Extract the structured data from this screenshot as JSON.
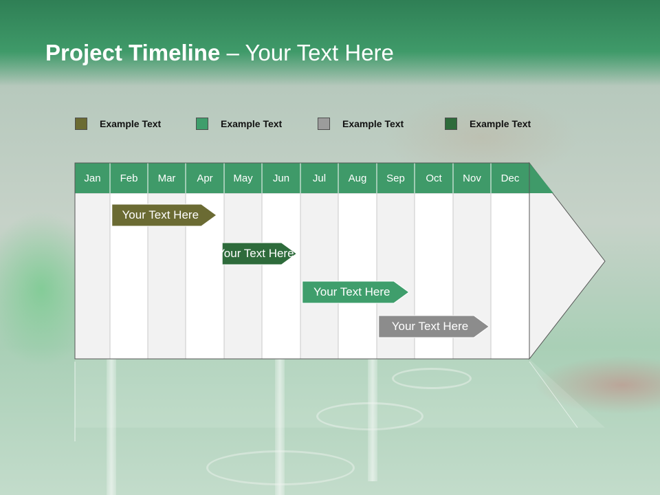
{
  "slide": {
    "title_bold": "Project Timeline",
    "title_rest": " – Your Text Here"
  },
  "legend": [
    {
      "label": "Example Text",
      "color": "#6b6b33"
    },
    {
      "label": "Example Text",
      "color": "#3f9e6c"
    },
    {
      "label": "Example Text",
      "color": "#9c9c9c"
    },
    {
      "label": "Example Text",
      "color": "#2e6b3b"
    }
  ],
  "months": [
    "Jan",
    "Feb",
    "Mar",
    "Apr",
    "May",
    "Jun",
    "Jul",
    "Aug",
    "Sep",
    "Oct",
    "Nov",
    "Dec"
  ],
  "tasks": [
    {
      "label": "Your  Text Here",
      "start_month": 1.05,
      "end_month": 3.8,
      "color": "#6b6b33"
    },
    {
      "label": "Your  Text Here",
      "start_month": 3.95,
      "end_month": 5.9,
      "color": "#2e6b3b"
    },
    {
      "label": "Your  Text Here",
      "start_month": 6.05,
      "end_month": 8.85,
      "color": "#3f9e6c"
    },
    {
      "label": "Your  Text Here",
      "start_month": 8.05,
      "end_month": 10.95,
      "color": "#8c8c8c"
    }
  ],
  "colors": {
    "header": "#3f9a69",
    "band_light": "#f2f2f2",
    "band_white": "#ffffff"
  }
}
